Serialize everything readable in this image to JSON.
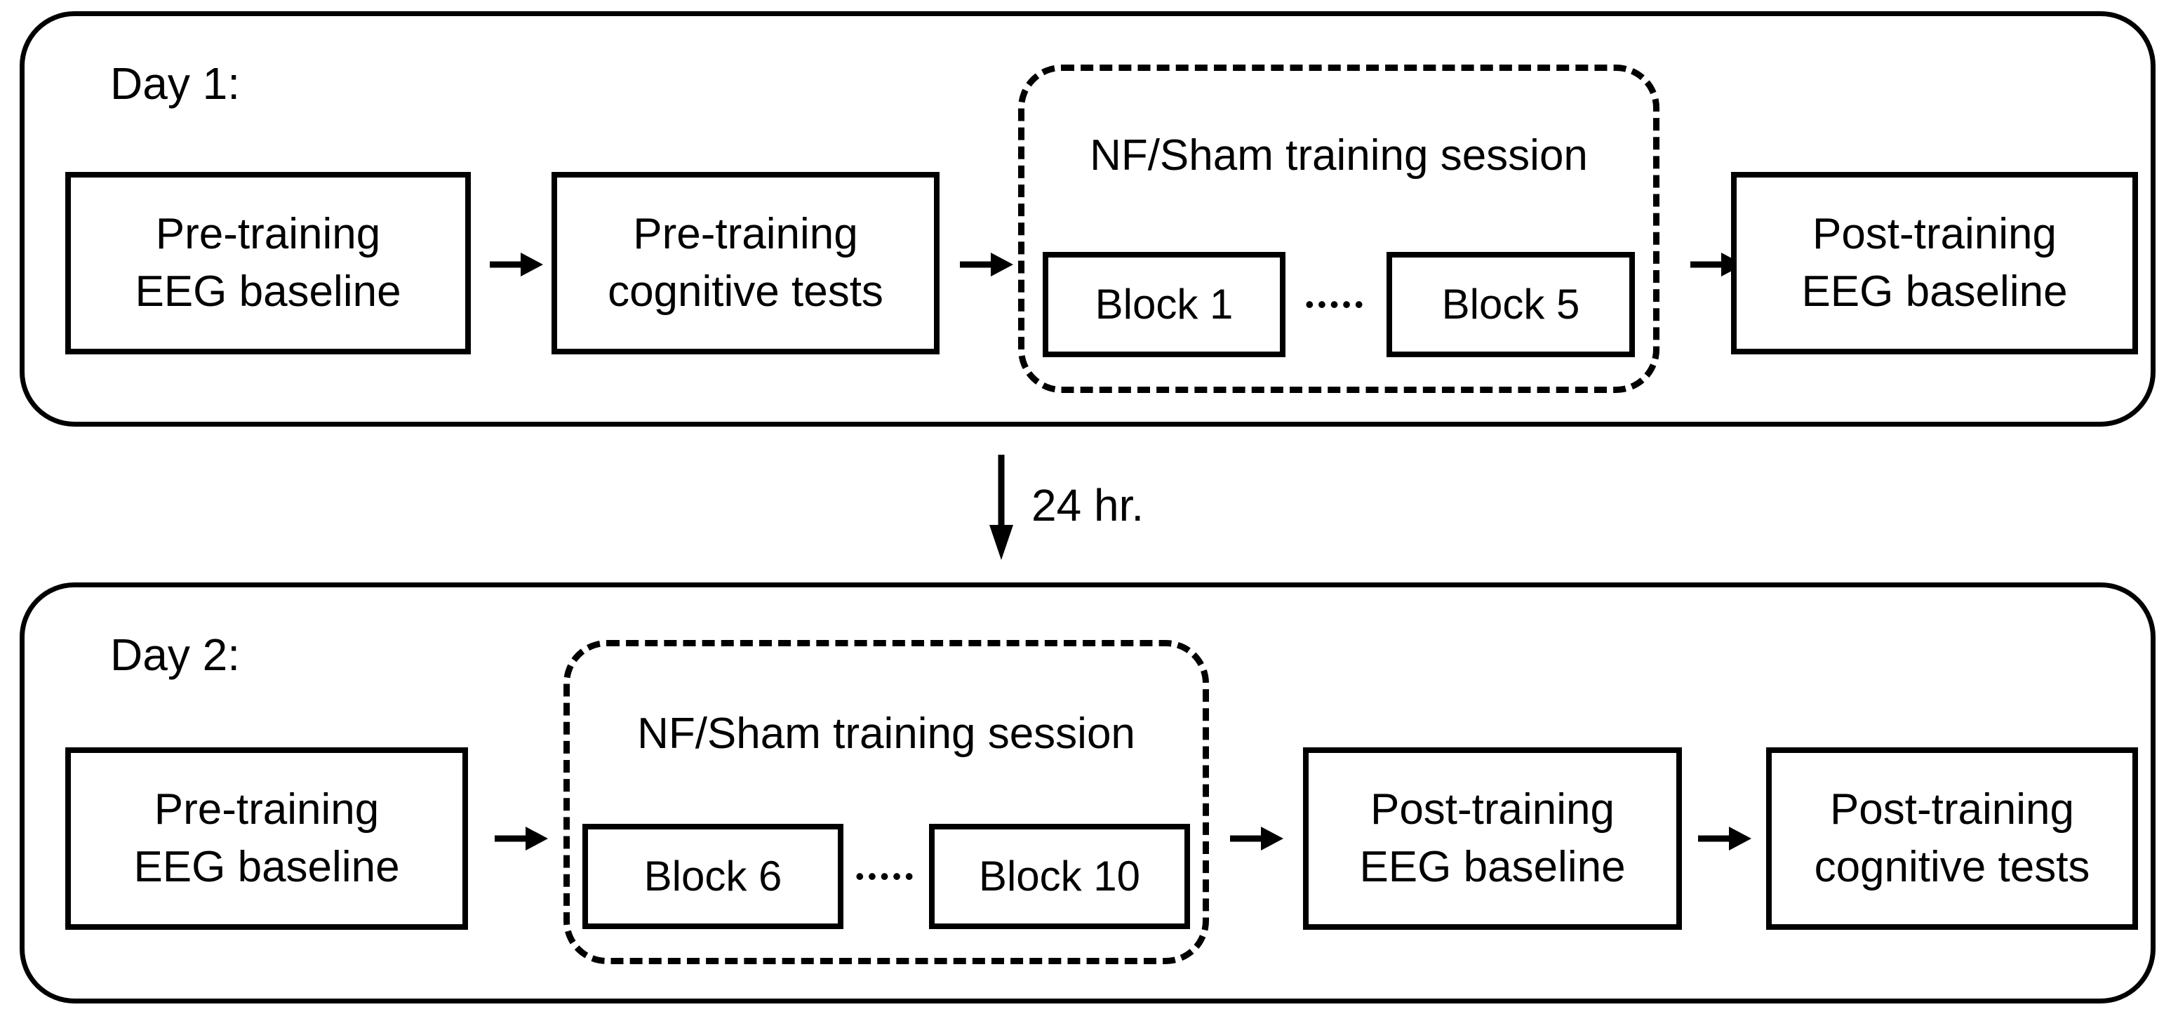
{
  "colors": {
    "ink": "#000000",
    "paper": "#ffffff"
  },
  "connector": {
    "label": "24 hr."
  },
  "day1": {
    "label": "Day 1:",
    "pre_training_eeg": "Pre-training\nEEG baseline",
    "pre_training_cognitive": "Pre-training\ncognitive tests",
    "training_session": {
      "title": "NF/Sham training session",
      "first_block": "Block 1",
      "ellipsis": "•••••",
      "last_block": "Block 5"
    },
    "post_training_eeg": "Post-training\nEEG baseline"
  },
  "day2": {
    "label": "Day 2:",
    "pre_training_eeg": "Pre-training\nEEG baseline",
    "training_session": {
      "title": "NF/Sham training session",
      "first_block": "Block 6",
      "ellipsis": "•••••",
      "last_block": "Block 10"
    },
    "post_training_eeg": "Post-training\nEEG baseline",
    "post_training_cognitive": "Post-training\ncognitive tests"
  }
}
